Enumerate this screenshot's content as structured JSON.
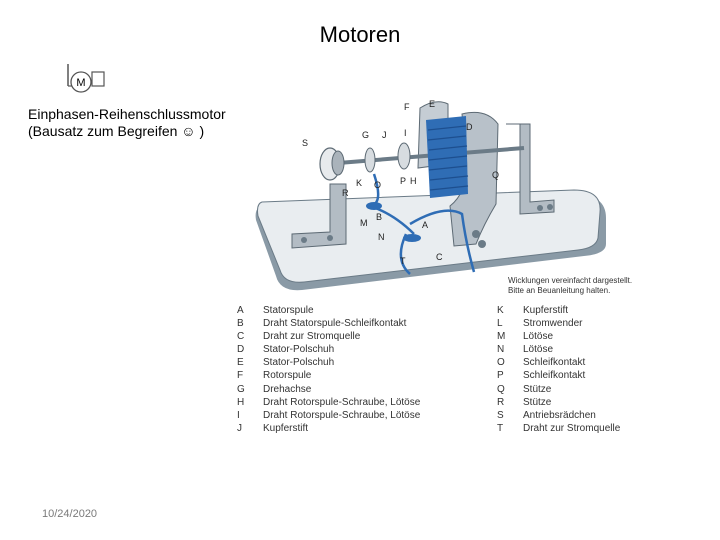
{
  "slide": {
    "title": "Motoren",
    "caption_line1": "Einphasen-Reihenschlussmotor",
    "caption_line2": "(Bausatz zum Begreifen ☺ )",
    "symbol_letter": "M",
    "date": "10/24/2020"
  },
  "figure": {
    "note_line1": "Wicklungen vereinfacht dargestellt.",
    "note_line2": "Bitte an Beuanleitung halten.",
    "callouts": [
      "F",
      "E",
      "D",
      "S",
      "G",
      "J",
      "I",
      "K",
      "O",
      "P",
      "H",
      "R",
      "Q",
      "B",
      "M",
      "A",
      "N",
      "C",
      "T"
    ]
  },
  "legend": {
    "left": [
      {
        "letter": "A",
        "text": "Statorspule"
      },
      {
        "letter": "B",
        "text": "Draht Statorspule-Schleifkontakt"
      },
      {
        "letter": "C",
        "text": "Draht zur Stromquelle"
      },
      {
        "letter": "D",
        "text": "Stator-Polschuh"
      },
      {
        "letter": "E",
        "text": "Stator-Polschuh"
      },
      {
        "letter": "F",
        "text": "Rotorspule"
      },
      {
        "letter": "G",
        "text": "Drehachse"
      },
      {
        "letter": "H",
        "text": "Draht Rotorspule-Schraube, Lötöse"
      },
      {
        "letter": "I",
        "text": "Draht Rotorspule-Schraube, Lötöse"
      },
      {
        "letter": "J",
        "text": "Kupferstift"
      }
    ],
    "right": [
      {
        "letter": "K",
        "text": "Kupferstift"
      },
      {
        "letter": "L",
        "text": "Stromwender"
      },
      {
        "letter": "M",
        "text": "Lötöse"
      },
      {
        "letter": "N",
        "text": "Lötöse"
      },
      {
        "letter": "O",
        "text": "Schleifkontakt"
      },
      {
        "letter": "P",
        "text": "Schleifkontakt"
      },
      {
        "letter": "Q",
        "text": "Stütze"
      },
      {
        "letter": "R",
        "text": "Stütze"
      },
      {
        "letter": "S",
        "text": "Antriebsrädchen"
      },
      {
        "letter": "T",
        "text": "Draht zur Stromquelle"
      }
    ]
  }
}
